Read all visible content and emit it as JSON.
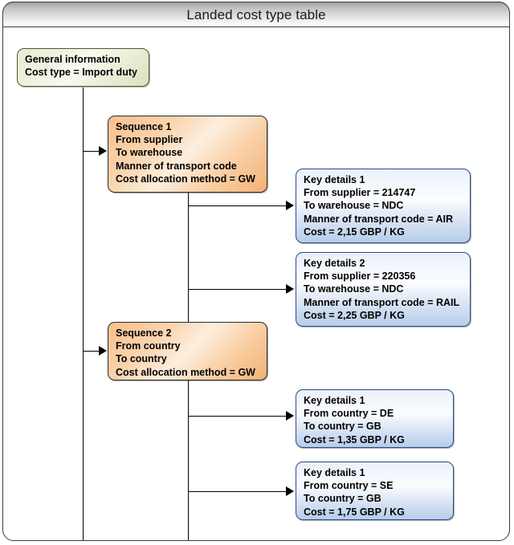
{
  "frame": {
    "title": "Landed cost type table"
  },
  "nodes": {
    "general": {
      "lines": [
        "General information",
        "Cost type = Import duty"
      ]
    },
    "sequence1": {
      "lines": [
        "Sequence 1",
        "From supplier",
        "To warehouse",
        "Manner of transport code",
        "Cost allocation method = GW"
      ]
    },
    "sequence2": {
      "lines": [
        "Sequence 2",
        "From country",
        "To country",
        "Cost allocation method = GW"
      ]
    },
    "key1": {
      "lines": [
        "Key details 1",
        "From supplier = 214747",
        "To warehouse = NDC",
        "Manner of transport code = AIR",
        "Cost = 2,15 GBP / KG"
      ]
    },
    "key2": {
      "lines": [
        "Key details 2",
        "From supplier = 220356",
        "To warehouse = NDC",
        "Manner of transport code = RAIL",
        "Cost = 2,25 GBP / KG"
      ]
    },
    "key3": {
      "lines": [
        "Key details 1",
        "From country = DE",
        "To country = GB",
        "Cost = 1,35 GBP / KG"
      ]
    },
    "key4": {
      "lines": [
        "Key details 1",
        "From country = SE",
        "To country = GB",
        "Cost = 1,75 GBP / KG"
      ]
    }
  },
  "colors": {
    "frame_border": "#3c3c3c",
    "title_bar_top": "#9e9e9e",
    "title_bar_bottom": "#ffffff",
    "green_fill": "#e9eed6",
    "green_border": "#4a5c2a",
    "orange_fill": "#f9cda2",
    "orange_border": "#2b2b2b",
    "blue_fill": "#dfe9f6",
    "blue_border": "#2a4a86",
    "connector": "#000000"
  }
}
